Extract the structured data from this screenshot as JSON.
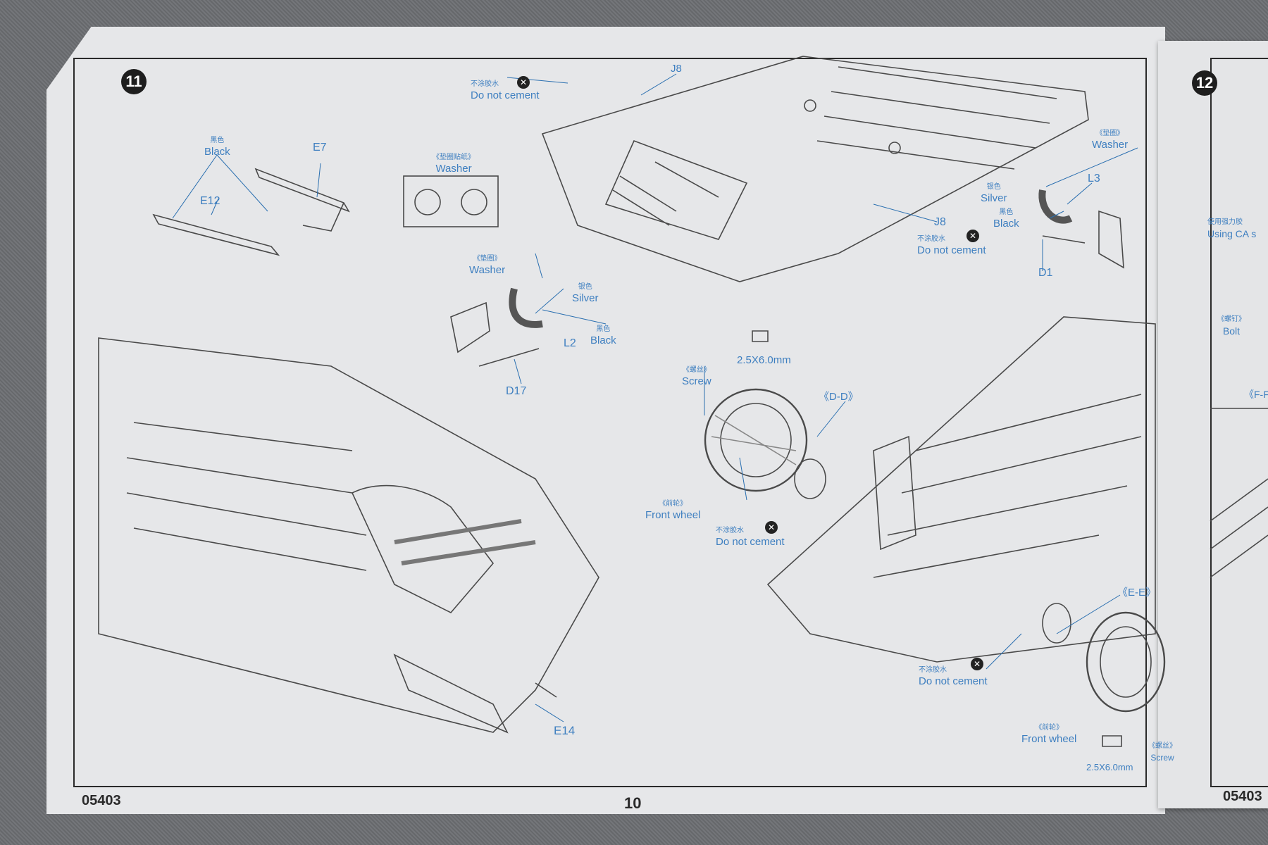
{
  "step_left": "11",
  "step_right": "12",
  "page_number": "10",
  "product_code_left": "05403",
  "product_code_right": "05403",
  "labels": {
    "e7": "E7",
    "e12": "E12",
    "black_cn_1": "黑色",
    "black_1": "Black",
    "washer_cn_top": "《垫圈贴纸》",
    "washer_top": "Washer",
    "no_cement_cn_1": "不涂胶水",
    "no_cement_1": "Do not cement",
    "j8_top": "J8",
    "washer_cn_r": "《垫圈》",
    "washer_r": "Washer",
    "silver_cn_r": "银色",
    "silver_r": "Silver",
    "l3": "L3",
    "black_cn_r": "黑色",
    "black_r": "Black",
    "d1": "D1",
    "j8_mid": "J8",
    "no_cement_cn_2": "不涂胶水",
    "no_cement_2": "Do not cement",
    "washer_cn_m": "《垫圈》",
    "washer_m": "Washer",
    "silver_cn_m": "银色",
    "silver_m": "Silver",
    "l2": "L2",
    "black_cn_m": "黑色",
    "black_m": "Black",
    "d17": "D17",
    "screw_size_1": "2.5X6.0mm",
    "screw_cn": "《螺丝》",
    "screw": "Screw",
    "dd": "《D-D》",
    "front_wheel_cn_1": "《前轮》",
    "front_wheel_1": "Front wheel",
    "no_cement_cn_3": "不涂胶水",
    "no_cement_3": "Do not cement",
    "ee": "《E-E》",
    "no_cement_cn_4": "不涂胶水",
    "no_cement_4": "Do not cement",
    "front_wheel_cn_2": "《前轮》",
    "front_wheel_2": "Front wheel",
    "screw_size_2": "2.5X6.0mm",
    "screw_cn_2": "《螺丝》",
    "screw_2": "Screw",
    "e14": "E14",
    "ca_cn": "使用强力胶",
    "ca": "Using CA s",
    "bolt_cn": "《螺钉》",
    "bolt": "Bolt",
    "ff": "《F-F"
  },
  "icons": {
    "no_cement": "no-glue-icon"
  }
}
